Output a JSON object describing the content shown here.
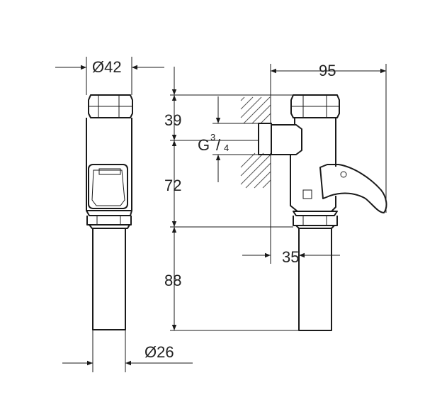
{
  "dimensions": {
    "top_width": "Ø42",
    "overall_depth": "95",
    "upper_height": "39",
    "thread_base": "G",
    "thread_num": "3",
    "thread_den": "4",
    "mid_height": "72",
    "lower_height": "88",
    "side_offset": "35",
    "tube_diameter": "Ø26"
  },
  "colors": {
    "line": "#1a1a1a",
    "text": "#222222",
    "background": "#ffffff"
  },
  "icons": {
    "brand_logo": "grohe-logo"
  }
}
